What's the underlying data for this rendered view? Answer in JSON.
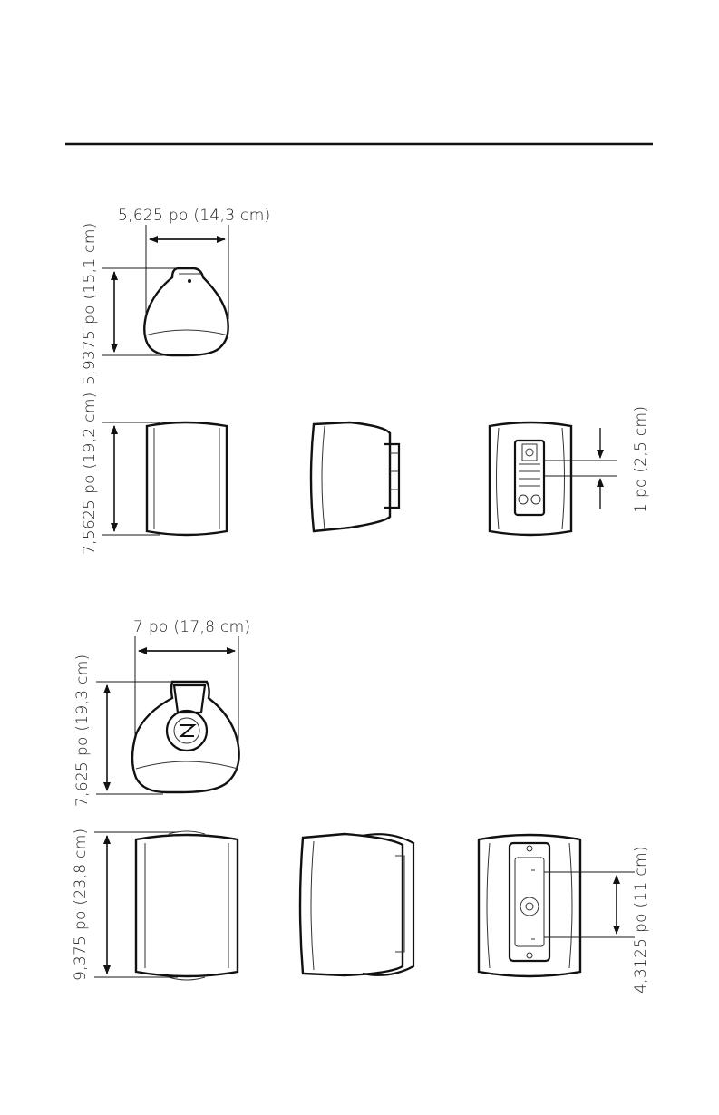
{
  "small_speaker": {
    "top_width": "5,625 po (14,3 cm)",
    "top_depth": "5,9375 po (15,1 cm)",
    "front_height": "7,5625 po (19,2 cm)",
    "bracket_spacing": "1 po (2,5 cm)"
  },
  "large_speaker": {
    "top_width": "7 po (17,8 cm)",
    "top_depth": "7,625 po (19,3 cm)",
    "front_height": "9,375 po (23,8 cm)",
    "bracket_spacing": "4,3125 po (11 cm)"
  },
  "colors": {
    "line": "#1a1a1a",
    "background": "#ffffff"
  }
}
